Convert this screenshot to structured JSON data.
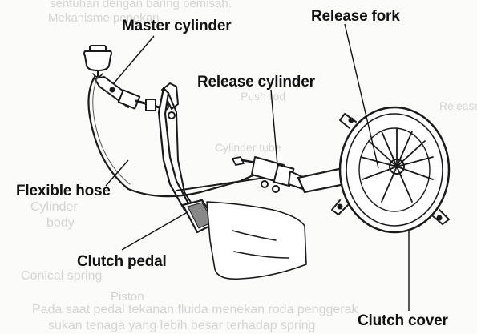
{
  "labels": {
    "master_cylinder": "Master cylinder",
    "release_fork": "Release fork",
    "release_cylinder": "Release cylinder",
    "flexible_hose": "Flexible hose",
    "clutch_pedal": "Clutch pedal",
    "clutch_cover": "Clutch cover"
  },
  "bleed_through": {
    "line1": "sentuhan dengan baring pemisah.",
    "line2": "Mekanisme penekan",
    "line3": "Push rod",
    "line4": "Release",
    "line5": "Cylinder tube",
    "line6": "Cylinder",
    "line7": "body",
    "line8": "Conical spring",
    "line9": "Piston",
    "line10": "Pada saat pedal tekanan fluida menekan roda penggerak",
    "line11": "sukan tenaga yang lebih besar terhadap spring"
  }
}
